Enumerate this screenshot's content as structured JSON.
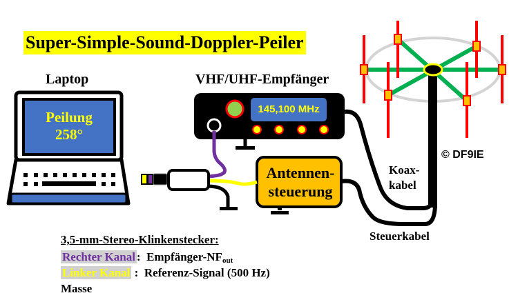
{
  "title": "Super-Simple-Sound-Doppler-Peiler",
  "laptop": {
    "heading": "Laptop",
    "screen_line1": "Peilung",
    "screen_line2": "258°"
  },
  "receiver": {
    "heading": "VHF/UHF-Empfänger",
    "frequency": "145,100 MHz"
  },
  "controller": {
    "line1": "Antennen-",
    "line2": "steuerung"
  },
  "cables": {
    "coax_line1": "Koax-",
    "coax_line2": "kabel",
    "control": "Steuerkabel"
  },
  "copyright": "© DF9IE",
  "legend": {
    "title": "3,5-mm-Stereo-Klinkenstecker:",
    "rows": [
      {
        "channel": "Rechter Kanal",
        "separator": ":",
        "description": "Empfänger-NF",
        "sub": "out",
        "channel_color": "#7030a0"
      },
      {
        "channel": "Linker Kanal",
        "separator": ":",
        "description": "Referenz-Signal (500 Hz)",
        "sub": "",
        "channel_color": "#ffff00"
      },
      {
        "channel": "Masse",
        "separator": "",
        "description": "",
        "sub": "",
        "channel_color": "#000000"
      }
    ]
  },
  "colors": {
    "title_bg": "#ffff00",
    "screen_blue": "#4472c4",
    "controller_orange": "#ffc000",
    "antenna_red": "#ff0000",
    "antenna_green": "#00b050",
    "right_channel_purple": "#7030a0",
    "left_channel_yellow": "#ffff00"
  }
}
